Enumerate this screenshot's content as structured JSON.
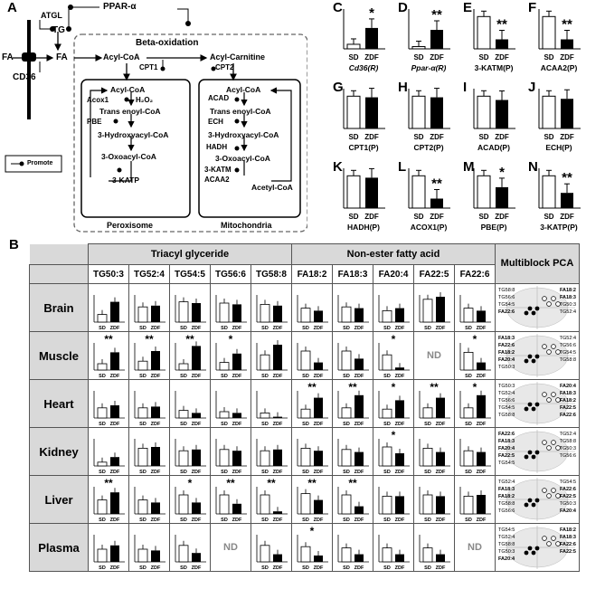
{
  "panelA": {
    "letter": "A",
    "atgl": "ATGL",
    "tg": "TG",
    "fa_left": "FA",
    "fa": "FA",
    "cd36": "CD36",
    "ppar": "PPAR-α",
    "beta": "Beta-oxidation",
    "acylcoa": "Acyl-CoA",
    "acylcarnitine": "Acyl-Carnitine",
    "cpt1": "CPT1",
    "cpt2": "CPT2",
    "promote": "Promote",
    "perox": {
      "label": "Peroxisome",
      "acylcoa": "Acyl-CoA",
      "acox1": "Acox1",
      "h2o2": "H₂O₂",
      "trans": "Trans enoyl-CoA",
      "pbe": "PBE",
      "hydroxy": "3-Hydroxyacyl-CoA",
      "oxo": "3-Oxoacyl-CoA",
      "katp": "3-KATP"
    },
    "mito": {
      "label": "Mitochondria",
      "acylcoa": "Acyl-CoA",
      "acad": "ACAD",
      "trans": "Trans enoyl-CoA",
      "ech": "ECH",
      "hydroxy": "3-Hydroxyacyl-CoA",
      "hadh": "HADH",
      "oxo": "3-Oxoacyl-CoA",
      "katm": "3-KATM",
      "acaa2": "ACAA2",
      "acetyl": "Acetyl-CoA"
    }
  },
  "bar_panels": [
    {
      "letter": "C",
      "title": "Cd36(R)",
      "italic": true,
      "sd": 0.12,
      "zdf": 0.55,
      "sig": "*"
    },
    {
      "letter": "D",
      "title": "Ppar-α(R)",
      "italic": true,
      "sd": 0.06,
      "zdf": 0.5,
      "sig": "**"
    },
    {
      "letter": "E",
      "title": "3-KATM(P)",
      "italic": false,
      "sd": 0.85,
      "zdf": 0.25,
      "sig": "**"
    },
    {
      "letter": "F",
      "title": "ACAA2(P)",
      "italic": false,
      "sd": 0.85,
      "zdf": 0.25,
      "sig": "**"
    },
    {
      "letter": "G",
      "title": "CPT1(P)",
      "italic": false,
      "sd": 0.85,
      "zdf": 0.82,
      "sig": ""
    },
    {
      "letter": "H",
      "title": "CPT2(P)",
      "italic": false,
      "sd": 0.85,
      "zdf": 0.82,
      "sig": ""
    },
    {
      "letter": "I",
      "title": "ACAD(P)",
      "italic": false,
      "sd": 0.85,
      "zdf": 0.75,
      "sig": ""
    },
    {
      "letter": "J",
      "title": "ECH(P)",
      "italic": false,
      "sd": 0.85,
      "zdf": 0.78,
      "sig": ""
    },
    {
      "letter": "K",
      "title": "HADH(P)",
      "italic": false,
      "sd": 0.85,
      "zdf": 0.8,
      "sig": ""
    },
    {
      "letter": "L",
      "title": "ACOX1(P)",
      "italic": false,
      "sd": 0.85,
      "zdf": 0.25,
      "sig": "**"
    },
    {
      "letter": "M",
      "title": "PBE(P)",
      "italic": false,
      "sd": 0.85,
      "zdf": 0.55,
      "sig": "*"
    },
    {
      "letter": "N",
      "title": "3-KATP(P)",
      "italic": false,
      "sd": 0.85,
      "zdf": 0.4,
      "sig": "**"
    }
  ],
  "axis_labels": {
    "sd": "SD",
    "zdf": "ZDF"
  },
  "panelB": {
    "letter": "B",
    "group1": "Triacyl glyceride",
    "group2": "Non-ester fatty acid",
    "group3": "Multiblock PCA",
    "columns": [
      "TG50:3",
      "TG52:4",
      "TG54:5",
      "TG56:6",
      "TG58:8",
      "FA18:2",
      "FA18:3",
      "FA20:4",
      "FA22:5",
      "FA22:6"
    ],
    "nd_label": "ND",
    "rows": [
      {
        "name": "Brain",
        "cells": [
          [
            0.3,
            0.8,
            ""
          ],
          [
            0.6,
            0.65,
            ""
          ],
          [
            0.8,
            0.75,
            ""
          ],
          [
            0.75,
            0.7,
            ""
          ],
          [
            0.7,
            0.65,
            ""
          ],
          [
            0.55,
            0.45,
            ""
          ],
          [
            0.6,
            0.55,
            ""
          ],
          [
            0.45,
            0.55,
            ""
          ],
          [
            0.9,
            1.0,
            ""
          ],
          [
            0.55,
            0.45,
            ""
          ]
        ],
        "pca": [
          "TG58:8",
          "TG56:6",
          "TG54:5",
          "FA22:6",
          "FA18:2",
          "FA18:3",
          "TG50:3",
          "TG52:4"
        ]
      },
      {
        "name": "Muscle",
        "cells": [
          [
            0.25,
            0.7,
            "**"
          ],
          [
            0.35,
            0.75,
            "**"
          ],
          [
            0.25,
            0.95,
            "**"
          ],
          [
            0.3,
            0.65,
            "*"
          ],
          [
            0.6,
            1.0,
            ""
          ],
          [
            0.75,
            0.3,
            ""
          ],
          [
            0.75,
            0.45,
            ""
          ],
          [
            0.6,
            0.1,
            "*"
          ],
          null,
          [
            0.7,
            0.3,
            "*"
          ]
        ],
        "pca": [
          "FA18:3",
          "FA22:6",
          "FA18:2",
          "FA20:4",
          "TG50:3",
          "TG52:4",
          "TG56:6",
          "TG54:5",
          "TG58:8"
        ]
      },
      {
        "name": "Heart",
        "cells": [
          [
            0.4,
            0.5,
            ""
          ],
          [
            0.4,
            0.45,
            ""
          ],
          [
            0.3,
            0.2,
            ""
          ],
          [
            0.25,
            0.2,
            ""
          ],
          [
            0.2,
            0.05,
            ""
          ],
          [
            0.35,
            0.8,
            "**"
          ],
          [
            0.4,
            0.9,
            "**"
          ],
          [
            0.35,
            0.7,
            "*"
          ],
          [
            0.4,
            0.8,
            "**"
          ],
          [
            0.4,
            0.9,
            "*"
          ]
        ],
        "pca": [
          "TG50:3",
          "TG52:4",
          "TG56:6",
          "TG54:5",
          "TG58:8",
          "FA20:4",
          "FA18:3",
          "FA18:2",
          "FA22:5",
          "FA22:6"
        ]
      },
      {
        "name": "Kidney",
        "cells": [
          [
            0.15,
            0.35,
            ""
          ],
          [
            0.7,
            0.75,
            ""
          ],
          [
            0.6,
            0.65,
            ""
          ],
          [
            0.65,
            0.6,
            ""
          ],
          [
            0.6,
            0.65,
            ""
          ],
          [
            0.7,
            0.6,
            ""
          ],
          [
            0.65,
            0.55,
            ""
          ],
          [
            0.75,
            0.5,
            "*"
          ],
          [
            0.7,
            0.55,
            ""
          ],
          [
            0.6,
            0.55,
            ""
          ]
        ],
        "pca": [
          "FA22:6",
          "FA18:3",
          "FA20:4",
          "FA22:5",
          "TG54:5",
          "TG52:4",
          "TG58:8",
          "TG50:3",
          "TG56:6"
        ]
      },
      {
        "name": "Liver",
        "cells": [
          [
            0.55,
            0.85,
            "**"
          ],
          [
            0.55,
            0.45,
            ""
          ],
          [
            0.75,
            0.45,
            "*"
          ],
          [
            0.75,
            0.4,
            "**"
          ],
          [
            0.75,
            0.1,
            "**"
          ],
          [
            0.8,
            0.55,
            "**"
          ],
          [
            0.75,
            0.3,
            "**"
          ],
          [
            0.7,
            0.7,
            ""
          ],
          [
            0.75,
            0.7,
            ""
          ],
          [
            0.7,
            0.75,
            ""
          ]
        ],
        "pca": [
          "TG52:4",
          "FA18:3",
          "FA18:2",
          "TG58:8",
          "TG56:6",
          "TG54:5",
          "FA22:6",
          "FA22:5",
          "TG50:3",
          "FA20:4"
        ]
      },
      {
        "name": "Plasma",
        "cells": [
          [
            0.5,
            0.65,
            ""
          ],
          [
            0.5,
            0.45,
            ""
          ],
          [
            0.65,
            0.35,
            ""
          ],
          null,
          [
            0.65,
            0.3,
            ""
          ],
          [
            0.6,
            0.25,
            "*"
          ],
          [
            0.55,
            0.3,
            ""
          ],
          [
            0.55,
            0.3,
            ""
          ],
          [
            0.55,
            0.3,
            ""
          ],
          null
        ],
        "pca": [
          "TG54:5",
          "TG52:4",
          "TG58:8",
          "TG50:3",
          "FA20:4",
          "FA18:2",
          "FA18:3",
          "FA22:6",
          "FA22:5"
        ]
      }
    ]
  }
}
